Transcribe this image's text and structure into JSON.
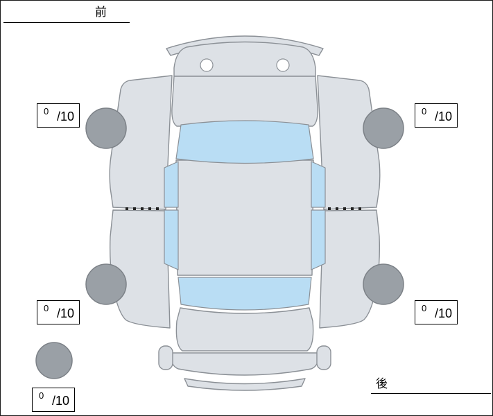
{
  "labels": {
    "front": "前",
    "rear": "後"
  },
  "tire_scores": {
    "front_left": {
      "value": "0",
      "max": "/10"
    },
    "front_right": {
      "value": "0",
      "max": "/10"
    },
    "rear_left": {
      "value": "0",
      "max": "/10"
    },
    "rear_right": {
      "value": "0",
      "max": "/10"
    },
    "spare": {
      "value": "0",
      "max": "/10"
    }
  },
  "colors": {
    "background": "#ffffff",
    "body": "#dde1e6",
    "window": "#b9ddf4",
    "tire": "#9aa0a6",
    "tire_outline": "#7c8187",
    "outline": "#8b9096",
    "seam": "#222222",
    "score_border": "#000000",
    "text": "#000000"
  },
  "icons": {
    "car_diagram": "car-top-view-with-open-doors",
    "tire_marker": "filled-gray-circle"
  }
}
